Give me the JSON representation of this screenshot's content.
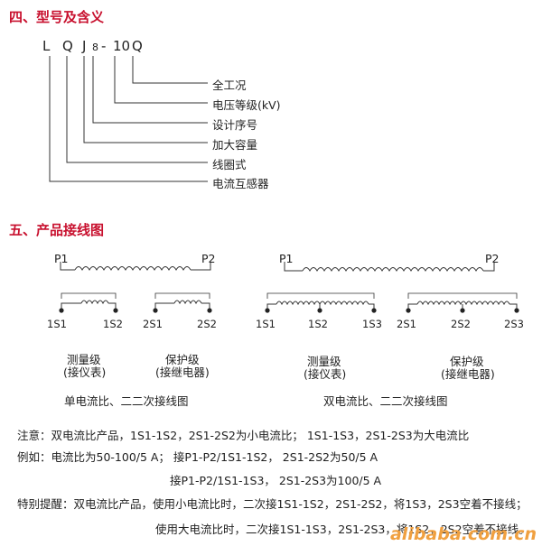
{
  "section4": {
    "title": "四、型号及含义",
    "model": [
      "L",
      "Q",
      "J",
      "8",
      "-",
      "10",
      "Q"
    ],
    "meanings": [
      "全工况",
      "电压等级(kV)",
      "设计序号",
      "加大容量",
      "线圈式",
      "电流互感器"
    ]
  },
  "section5": {
    "title": "五、产品接线图",
    "single": {
      "p1": "P1",
      "p2": "P2",
      "terms": [
        "1S1",
        "1S2",
        "2S1",
        "2S2"
      ],
      "group1": "测量级",
      "group1_sub": "(接仪表)",
      "group2": "保护级",
      "group2_sub": "(接继电器)",
      "caption": "单电流比、二二次接线图"
    },
    "double": {
      "p1": "P1",
      "p2": "P2",
      "terms": [
        "1S1",
        "1S2",
        "1S3",
        "2S1",
        "2S2",
        "2S3"
      ],
      "group1": "测量级",
      "group1_sub": "(接仪表)",
      "group2": "保护级",
      "group2_sub": "(接继电器)",
      "caption": "双电流比、二二次接线图"
    }
  },
  "notes": {
    "line1": "注意：双电流比产品，1S1-1S2，2S1-2S2为小电流比；  1S1-1S3，2S1-2S3为大电流比",
    "line2": "例如：电流比为50-100/5 A；  接P1-P2/1S1-1S2，  2S1-2S2为50/5 A",
    "line3": "接P1-P2/1S1-1S3，  2S1-2S3为100/5 A",
    "line4": "特别提醒：双电流比产品，使用小电流比时，二次接1S1-1S2，2S1-2S2，将1S3，2S3空着不接线；",
    "line5": "使用大电流比时，二次接1S1-1S3，2S1-2S3，将1S2，2S2空着不接线。"
  },
  "watermark": "alibaba.com.cn"
}
